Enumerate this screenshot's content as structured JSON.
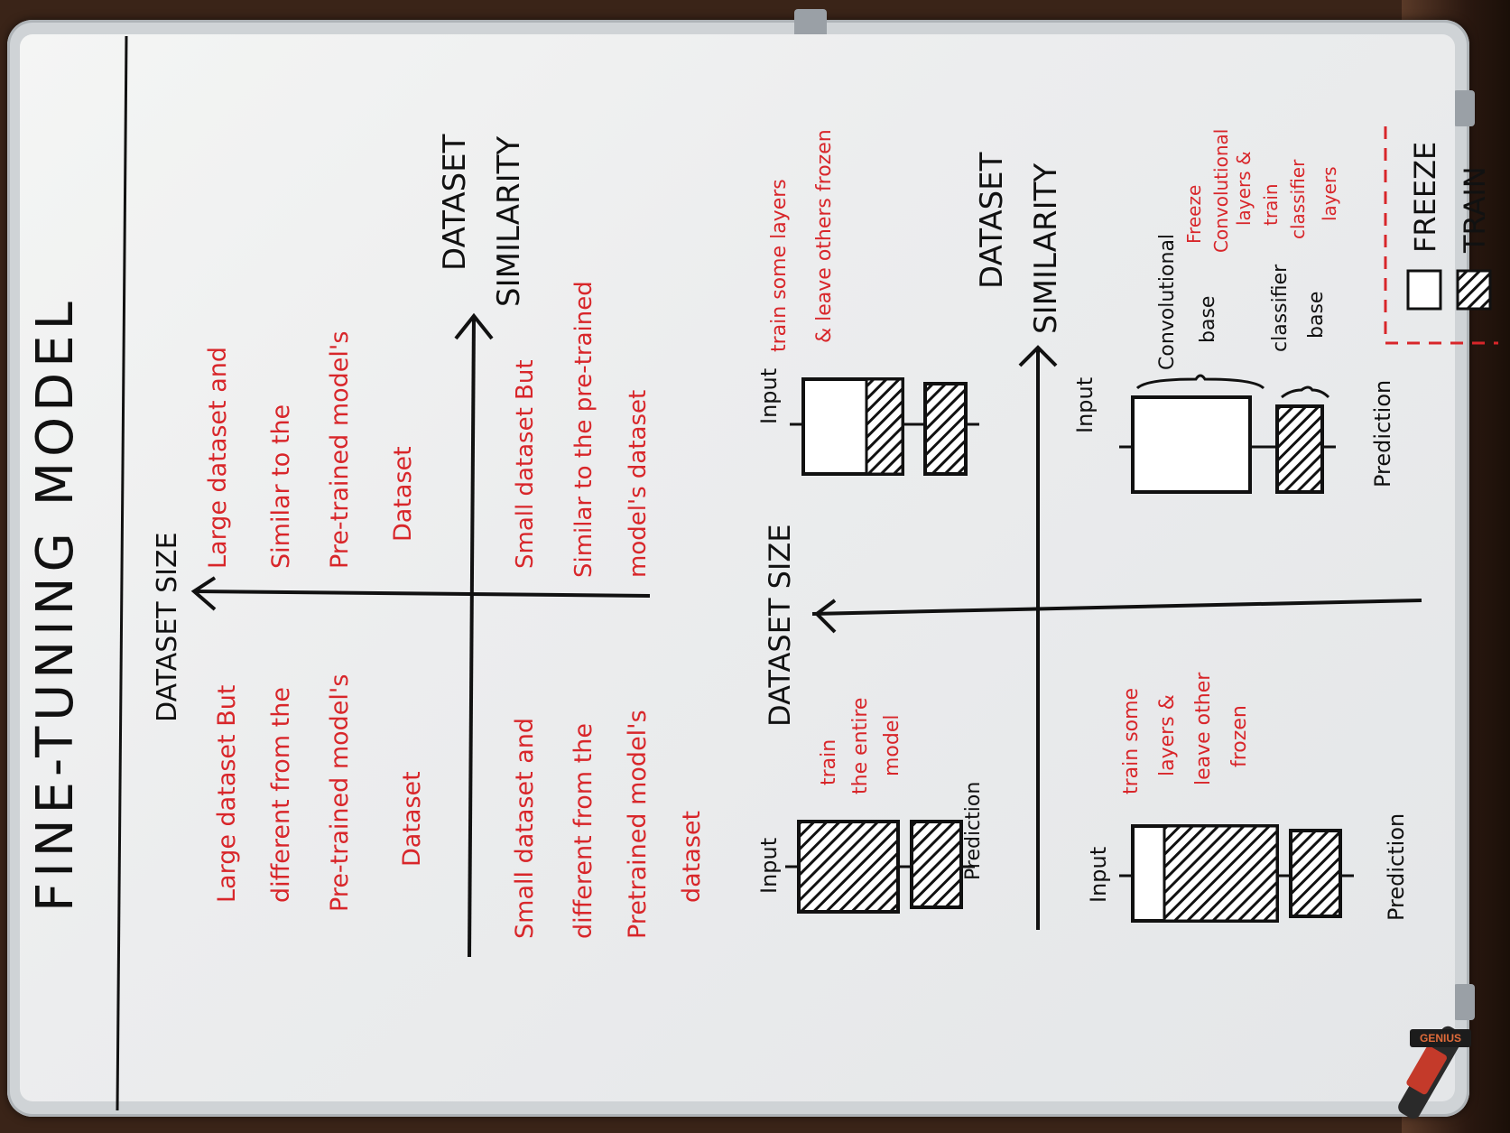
{
  "title": "FINE-TUNING MODEL",
  "top_chart": {
    "y_axis_label": "DATASET SIZE",
    "x_axis_label": "DATASET SIMILARITY",
    "quadrants": {
      "top_left": [
        "Large dataset But",
        "different from the",
        "Pre-trained model's",
        "Dataset"
      ],
      "top_right": [
        "Large dataset and",
        "Similar to the",
        "Pre-trained model's",
        "Dataset"
      ],
      "bottom_left": [
        "Small dataset and",
        "different from the",
        "Pretrained model's",
        "dataset"
      ],
      "bottom_right": [
        "Small dataset But",
        "Similar to the pre-trained",
        "model's dataset"
      ]
    }
  },
  "bottom_chart": {
    "y_axis_label": "DATASET SIZE",
    "x_axis_label": "DATASET SIMILARITY",
    "top_left": {
      "input": "Input",
      "note": [
        "train",
        "the entire",
        "model"
      ],
      "output": "Prediction"
    },
    "top_right": {
      "input": "Input",
      "note": [
        "train some layers",
        "& leave others frozen"
      ]
    },
    "bottom_left": {
      "input": "Input",
      "note": [
        "train some",
        "layers &",
        "leave other",
        "frozen"
      ],
      "output": "Prediction"
    },
    "bottom_right": {
      "input": "Input",
      "conv_label": [
        "Convolutional",
        "base"
      ],
      "classifier_label": [
        "classifier",
        "base"
      ],
      "output": "Prediction",
      "note_freeze": [
        "Freeze",
        "Convolutional",
        "layers &"
      ],
      "note_train": [
        "train",
        "classifier",
        "layers"
      ]
    }
  },
  "legend": [
    {
      "label": "FREEZE",
      "swatch": "empty"
    },
    {
      "label": "TRAIN",
      "swatch": "hatched"
    }
  ],
  "brand": "GENIUS",
  "colors": {
    "ink_black": "#111111",
    "ink_red": "#d8262a",
    "board": "#eeeff0"
  }
}
